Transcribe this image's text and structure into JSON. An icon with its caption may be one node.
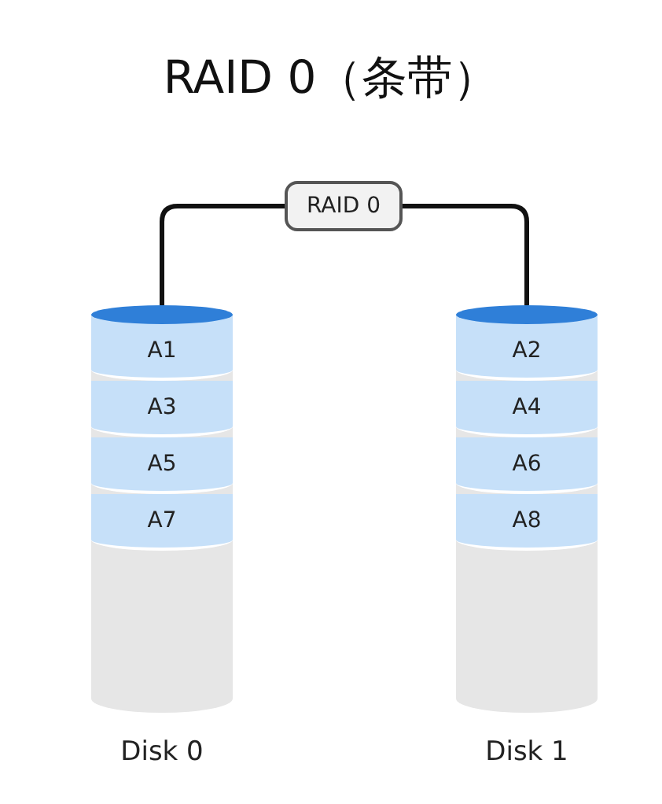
{
  "diagram": {
    "title": "RAID 0（条带）",
    "nodes": [
      {
        "text": [
          "RAID 0"
        ]
      },
      {
        "text": [],
        "shape": "cylinder",
        "beside": [
          "Disk 0"
        ]
      },
      {
        "text": [
          "A1"
        ],
        "in": 1
      },
      {
        "text": [
          "A3"
        ],
        "in": 1
      },
      {
        "text": [
          "A5"
        ],
        "in": 1
      },
      {
        "text": [
          "A7"
        ],
        "in": 1
      },
      {
        "text": [],
        "shape": "cylinder",
        "beside": [
          "Disk 1"
        ]
      },
      {
        "text": [
          "A2"
        ],
        "in": 6
      },
      {
        "text": [
          "A4"
        ],
        "in": 6
      },
      {
        "text": [
          "A6"
        ],
        "in": 6
      },
      {
        "text": [
          "A8"
        ],
        "in": 6
      }
    ],
    "edges": [
      {
        "from": 0,
        "to": 1,
        "arrow": "none"
      },
      {
        "from": 0,
        "to": 6,
        "arrow": "none"
      }
    ]
  }
}
